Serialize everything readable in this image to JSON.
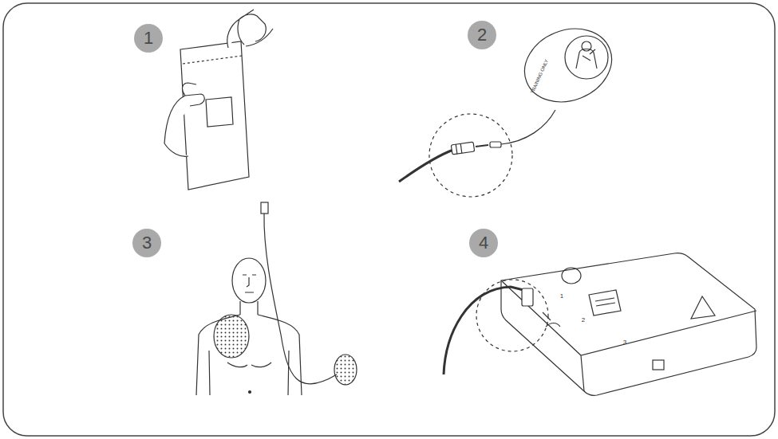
{
  "diagram": {
    "nodes": [
      {
        "text": [
          "1"
        ]
      },
      {
        "text": [
          "2"
        ]
      },
      {
        "text": [
          "3"
        ]
      },
      {
        "text": [
          "4"
        ]
      }
    ],
    "labels": [
      "TRAINING ONLY",
      "1",
      "2",
      "3"
    ]
  }
}
